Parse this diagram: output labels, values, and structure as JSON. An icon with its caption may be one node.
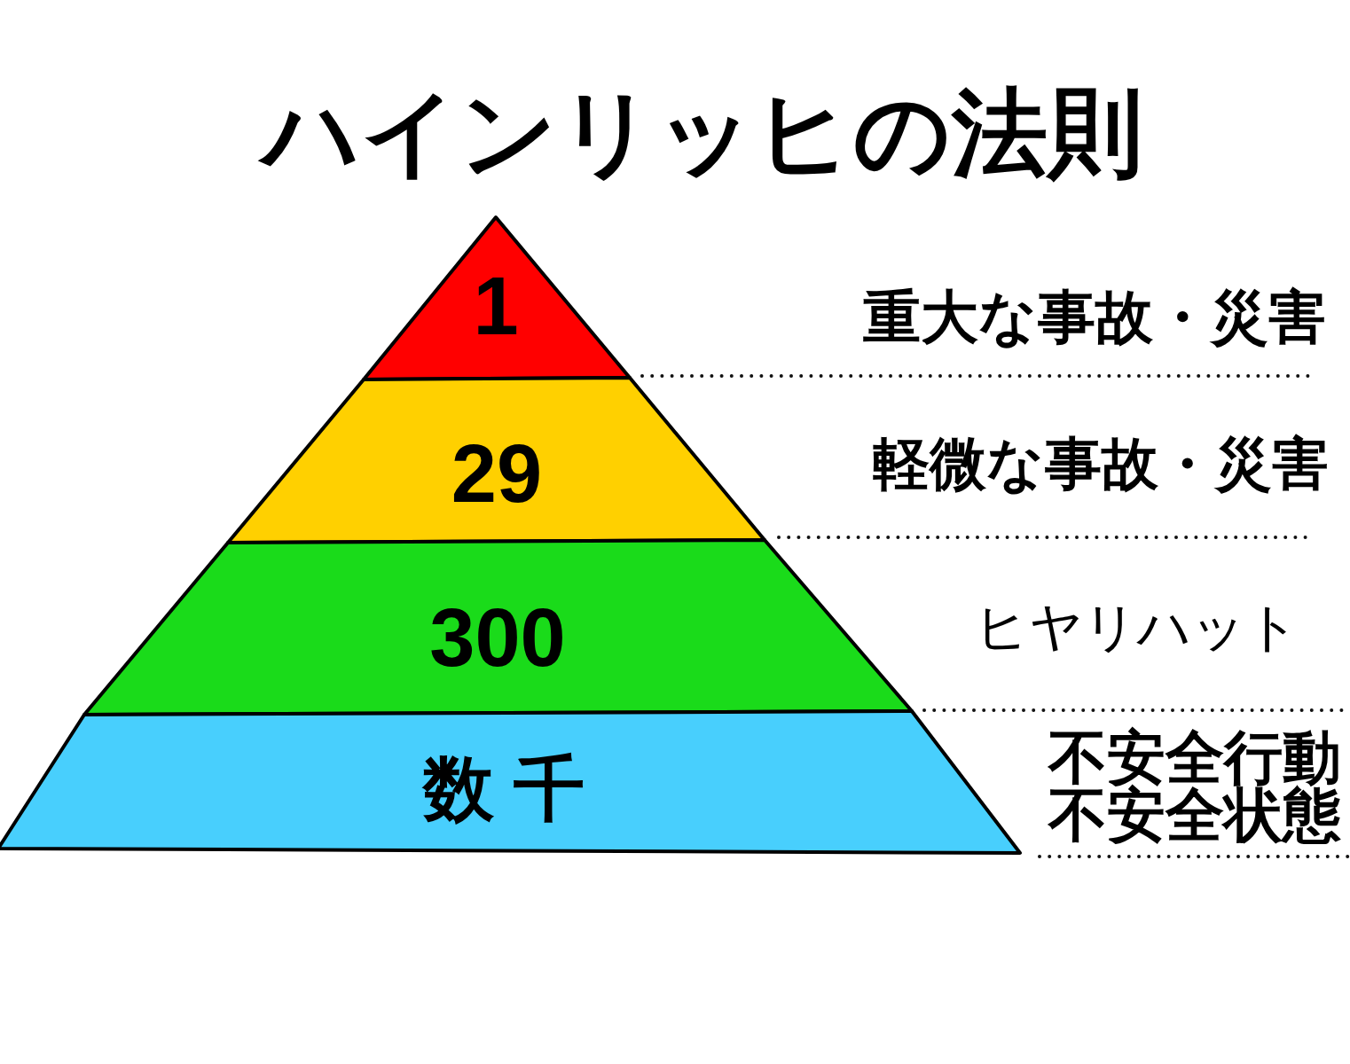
{
  "diagram": {
    "title": "ハインリッヒの法則",
    "nodes": [
      {
        "text": [
          "1"
        ]
      },
      {
        "text": [
          "29"
        ]
      },
      {
        "text": [
          "300"
        ]
      },
      {
        "text": [
          "数 千"
        ]
      }
    ],
    "labels": [
      "重大な事故・災害",
      "軽微な事故・災害",
      "ヒヤリハット",
      "不安全行動",
      "不安全状態"
    ]
  }
}
